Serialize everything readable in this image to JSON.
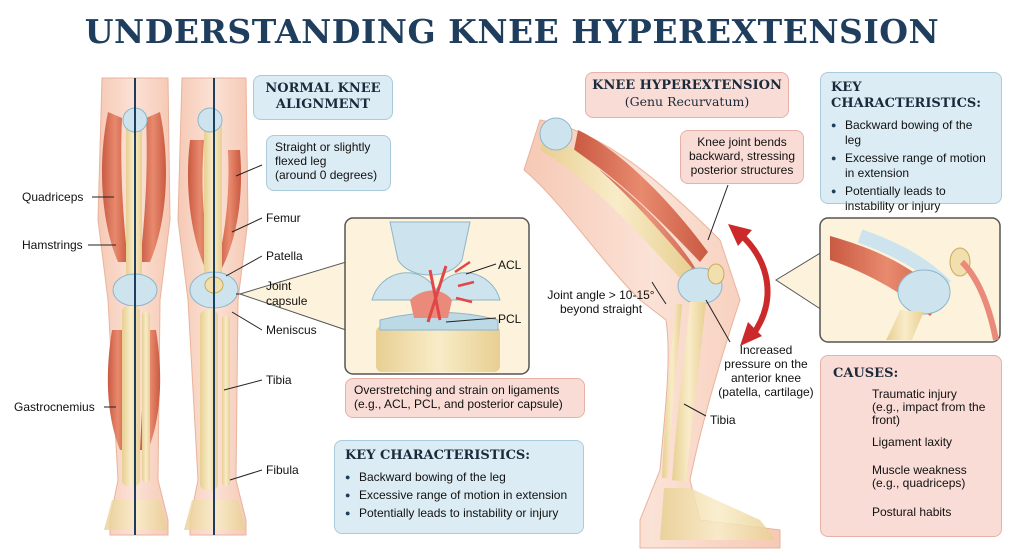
{
  "title": "UNDERSTANDING KNEE HYPEREXTENSION",
  "normal": {
    "heading_line1": "NORMAL KNEE",
    "heading_line2": "ALIGNMENT",
    "note_line1": "Straight or slightly",
    "note_line2": "flexed leg",
    "note_line3": "(around 0 degrees)"
  },
  "left_labels": {
    "quadriceps": "Quadriceps",
    "hamstrings": "Hamstrings",
    "gastrocnemius": "Gastrocnemius"
  },
  "right_labels": {
    "femur": "Femur",
    "patella": "Patella",
    "joint": "Joint",
    "capsule": "capsule",
    "meniscus": "Meniscus",
    "tibia": "Tibia",
    "fibula": "Fibula"
  },
  "zoom": {
    "acl": "ACL",
    "pcl": "PCL",
    "strain_line1": "Overstretching and strain on ligaments",
    "strain_line2": "(e.g., ACL, PCL, and posterior capsule)"
  },
  "key_bottom": {
    "heading": "KEY CHARACTERISTICS:",
    "items": [
      "Backward bowing of the leg",
      "Excessive range of motion in extension",
      "Potentially leads to instability or injury"
    ]
  },
  "hyper": {
    "heading": "KNEE HYPEREXTENSION",
    "subheading": "(Genu Recurvatum)",
    "bend_line1": "Knee joint bends",
    "bend_line2": "backward, stressing",
    "bend_line3": "posterior structures",
    "angle_line1": "Joint angle > 10-15°",
    "angle_line2": "beyond straight",
    "pressure_line1": "Increased",
    "pressure_line2": "pressure on the",
    "pressure_line3": "anterior knee",
    "pressure_line4": "(patella, cartilage)",
    "tibia": "Tibia"
  },
  "key_top": {
    "heading": "KEY CHARACTERISTICS:",
    "item1": "Backward bowing of the leg",
    "item2_line1": "Excessive range of motion",
    "item2_line2": "in extension",
    "item3_line1": "Potentially leads to",
    "item3_line2": "instability or injury"
  },
  "causes": {
    "heading": "CAUSES:",
    "trauma_line1": "Traumatic injury",
    "trauma_line2": "(e.g., impact from the",
    "trauma_line3": "front)",
    "laxity": "Ligament laxity",
    "weakness_line1": "Muscle weakness",
    "weakness_line2": "(e.g., quadriceps)",
    "posture": "Postural habits"
  },
  "icons": [
    "arrow-right-icon",
    "compress-arrows-icon",
    "muscle-icon",
    "seated-person-icon"
  ],
  "colors": {
    "title": "#1f3d5c",
    "blue_box": "#dcecf4",
    "pink_box": "#f9dcd6",
    "muscle": "#d9735a",
    "bone": "#f2dfae",
    "skin": "#f8d6c6",
    "arrow": "#cc2a2a",
    "cause_arrow": "#3aa58c"
  }
}
